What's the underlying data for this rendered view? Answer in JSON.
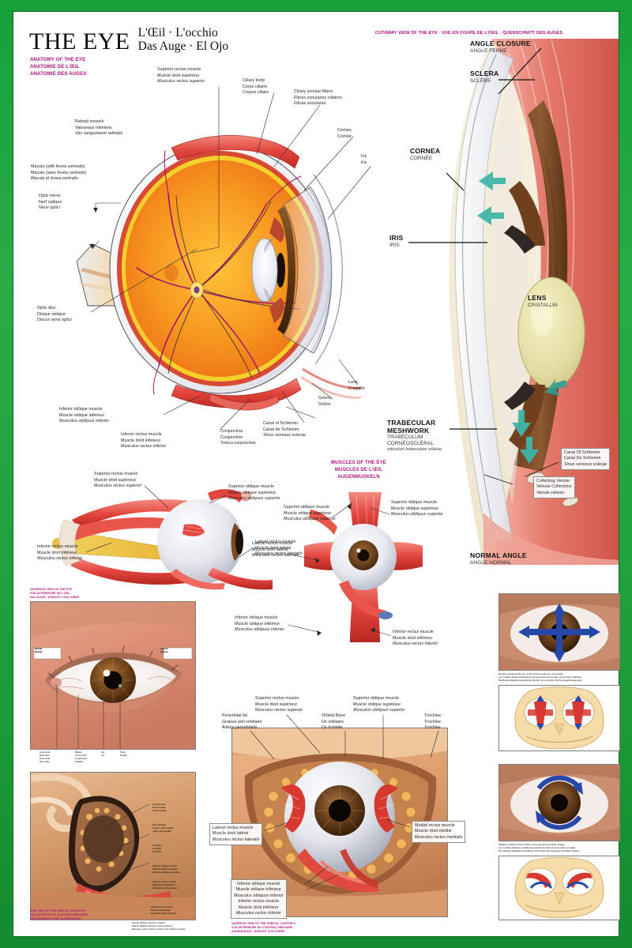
{
  "poster": {
    "title": "The Eye",
    "subtitle_line1": "L'Œil · L'occhio",
    "subtitle_line2": "Das Auge · El Ojo",
    "border_color": "#1e9e3a",
    "accent_color": "#b4117f"
  },
  "sections": {
    "anatomy": {
      "en": "ANATOMY OF THE EYE",
      "fr": "ANATOMIE DE L'ŒIL",
      "de": "ANATOMIE DES AUGES"
    },
    "cutaway_banner": "CUTAWAY VIEW OF THE EYE · VUE EN COUPE DE L'OEIL · QUERSCHNITT DES AUGES",
    "muscles": {
      "en": "MUSCLES OF THE EYE",
      "fr": "MUSCLES DE L'ŒIL",
      "de": "AUGENMUSKELN"
    },
    "anterior_view": {
      "en": "ANTERIOR VIEW OF THE EYE",
      "fr": "VUE ANTÉRIEURE DE L'ŒIL",
      "de": "DAS AUGE - ANSICHT VON VORNE"
    },
    "side_view_orbit": {
      "en": "SIDE VIEW OF THE ORBITAL CONTENTS",
      "fr": "VUE LATÉRALE DU CONTENU ORBITAIRE",
      "de": "SEITENANSICHT DER AUGENHÖHLE"
    },
    "anterior_view_orbit": {
      "en": "ANTERIOR VIEW OF THE ORBITAL CONTENTS",
      "fr": "VUE ANTÉRIEURE DU CONTENU ORBITAIRE",
      "de": "AUGENHÖHLE - ANSICHT VON VORNE"
    }
  },
  "anatomy_labels": {
    "superior_rectus": {
      "en": "Superior rectus muscle",
      "fr": "Muscle droit supérieur",
      "la": "Musculus rectus superior"
    },
    "ciliary_body": {
      "en": "Ciliary body",
      "fr": "Corps ciliaire",
      "la": "Corpus ciliare"
    },
    "ciliary_zonular": {
      "en": "Ciliary zonular fibers",
      "fr": "Fibres zonulaires ciliaires",
      "la": "Fibrae zonulares"
    },
    "cornea": {
      "en": "Cornea",
      "fr": "Cornée",
      "la": ""
    },
    "iris": {
      "en": "Iris",
      "fr": "Iris",
      "la": ""
    },
    "retinal_vessels": {
      "en": "Retinal vessels",
      "fr": "Vaisseaux rétiniens",
      "la": "Vas sanguineum retinalis"
    },
    "macula": {
      "en": "Macula (with fovea centralis)",
      "fr": "Macule (avec fovéa centralis)",
      "la": "Macula et fovea centralis"
    },
    "optic_nerve": {
      "en": "Optic nerve",
      "fr": "Nerf optique",
      "la": "Nervi optici"
    },
    "optic_disc": {
      "en": "Optic disc",
      "fr": "Disque optique",
      "la": "Discus nervi optici"
    },
    "inferior_oblique": {
      "en": "Inferior oblique muscle",
      "fr": "Muscle oblique inférieur",
      "la": "Musculus obliquus inferior"
    },
    "inferior_rectus": {
      "en": "Inferior rectus muscle",
      "fr": "Muscle droit inférieur",
      "la": "Musculus rectus inferior"
    },
    "conjunctiva": {
      "en": "Conjunctiva",
      "fr": "Conjonctive",
      "la": "Tunica conjunctiva"
    },
    "canal_schlemm": {
      "en": "Canal of Schlemm",
      "fr": "Canal de Schlemm",
      "la": "Sinus venosus sclerae"
    },
    "sclera": {
      "en": "Sclera",
      "fr": "Sclère",
      "la": ""
    },
    "lens": {
      "en": "Lens",
      "fr": "Cristallin",
      "la": ""
    }
  },
  "cutaway_labels": {
    "angle_closure": {
      "en": "ANGLE CLOSURE",
      "fr": "ANGLE FERMÉ",
      "la": ""
    },
    "sclera": {
      "en": "SCLERA",
      "fr": "SCLÈRE",
      "la": ""
    },
    "cornea": {
      "en": "CORNEA",
      "fr": "CORNÉE",
      "la": ""
    },
    "iris": {
      "en": "IRIS",
      "fr": "IRIS",
      "la": ""
    },
    "lens": {
      "en": "LENS",
      "fr": "CRISTALLIN",
      "la": ""
    },
    "trabecular": {
      "en1": "TRABECULAR",
      "en2": "MESHWORK",
      "fr1": "TRABÉCULUM",
      "fr2": "CORNÉOSCLÉRAL",
      "la": "reticulum trabeculare sclerae"
    },
    "normal_angle": {
      "en": "NORMAL ANGLE",
      "fr": "ANGLE NORMAL",
      "la": ""
    },
    "canal_schlemm": {
      "en": "Canal Of Schlemm",
      "fr": "Canal De Schlemm",
      "la": "Sinus venosus sclerae"
    },
    "collecting_venule": {
      "en": "Collecting Venule",
      "fr": "Veinule Collectrice",
      "la": "Venule ciliares"
    }
  },
  "muscle_labels": {
    "superior_rectus": {
      "en": "Superior rectus muscle",
      "fr": "Muscle droit supérieur",
      "la": "Musculus rectus superior"
    },
    "superior_oblique": {
      "en": "Superior oblique muscle",
      "fr": "Muscle oblique supérieur",
      "la": "Musculus obliquus superior"
    },
    "lateral_rectus": {
      "en": "Lateral rectus muscle",
      "fr": "Muscle droit latéral",
      "la": "Musculus rectus lateralis"
    },
    "medial_rectus": {
      "en": "Medial rectus muscle",
      "fr": "Muscle droit médial",
      "la": "Musculus rectus medialis"
    },
    "inferior_rectus": {
      "en": "Inferior rectus muscle",
      "fr": "Muscle droit inférieur",
      "la": "Musculus rectus inferior"
    },
    "inferior_oblique": {
      "en": "Inferior oblique muscle",
      "fr": "Muscle oblique inférieur",
      "la": "Musculus obliquus inferior"
    }
  },
  "anterior_photo": {
    "medial": {
      "en": "Medial",
      "fr": "Médian"
    },
    "lateral": {
      "en": "Lateral",
      "fr": "Latéral"
    },
    "parts": [
      {
        "en": "Caruncula",
        "en2": "lacrimalis",
        "fr": "Caroncule",
        "fr2": "lacrymale"
      },
      {
        "en": "Bulbar",
        "en2": "conjunctiva",
        "fr": "Conjonctive",
        "fr2": "bulbaire"
      },
      {
        "en": "Iris",
        "en2": "",
        "fr": "Iris",
        "fr2": ""
      },
      {
        "en": "Pupil",
        "en2": "",
        "fr": "Pupille",
        "fr2": ""
      }
    ]
  },
  "orbit_side_labels": {
    "frontal_sinus": {
      "en": "Frontal sinus",
      "fr": "Sinus frontal",
      "la": "Sinus frontale"
    },
    "periorbital_fat": {
      "en": "Periorbital fat",
      "fr": "Graisse péri-orbitaire",
      "la": "Adeps periorbitalis"
    },
    "trochlea": {
      "en": "Trochlea",
      "fr": "Trochlée",
      "la": "Trochlea"
    },
    "superior_oblique": {
      "en": "Superior oblique muscle",
      "fr": "Muscle oblique supérieur",
      "la": "Musculus obliquus superior"
    },
    "superior_rectus": {
      "en": "Superior rectus muscle",
      "fr": "Muscle droit supérieur",
      "la": "Musculus rectus superior"
    },
    "inferior_oblique_rectus": {
      "en": "Inferior oblique & rectus muscles",
      "fr": "Muscle oblique inférieur et droit inférieur",
      "la": "Musculus rectus inferior et Musculus obliquus inferior"
    },
    "lateral_rectus": {
      "en": "Lateral rectus muscle",
      "fr": "Muscle droit latéral",
      "la": "Musculus rectus lateralis"
    }
  },
  "orbit_front_labels": {
    "periorbital_fat": {
      "en": "Periorbital fat",
      "fr": "Graisse péri-orbitaire",
      "la": "Adeps periorbitalis"
    },
    "superior_rectus": {
      "en": "Superior rectus muscle",
      "fr": "Muscle droit supérieur",
      "la": "Musculus rectus superior"
    },
    "orbital_bone": {
      "en": "Orbital Bone",
      "fr": "Os orbitaire",
      "la": "Os frontale"
    },
    "superior_oblique": {
      "en": "Superior oblique muscle",
      "fr": "Muscle oblique supérieur",
      "la": "Musculus obliquus superior"
    },
    "trochlea": {
      "en": "Trochlea",
      "fr": "Trochlée",
      "la": "Trochlea"
    },
    "lateral_rectus": {
      "en": "Lateral rectus muscle",
      "fr": "Muscle droit latéral",
      "la": "Musculus rectus lateralis"
    },
    "medial_rectus": {
      "en": "Medial rectus muscle",
      "fr": "Muscle droit médial",
      "la": "Musculus rectus medialis"
    },
    "inferior_oblique": {
      "en": "Inferior oblique muscle",
      "fr": "Muscle oblique inférieur",
      "la": "Musculus obliquus inferior"
    },
    "inferior_rectus": {
      "en": "Inferior rectus muscle",
      "fr": "Muscle droit inférieur",
      "la": "Musculus rectus inferior"
    }
  },
  "movement_captions": {
    "rectus": {
      "en": "Rectus muscles control up, down & side to side eye movements",
      "fr": "Les muscles droits contrôlent les mouvements vers le haut, vers le bas et latéraux",
      "de": "Die Rectus Muskeln kontrollieren die Auf, Ab und Links, Rechts Augenbewegungen"
    },
    "oblique": {
      "en": "Oblique muscles control rotation of the eye during angled viewing",
      "fr": "Les muscles obliques contrôlent la rotation de l'œil lors de la vision en angle",
      "de": "Die Obliquue Muskeln kontrollieren das Drehen des Auges bei schrägem Sehen"
    }
  }
}
